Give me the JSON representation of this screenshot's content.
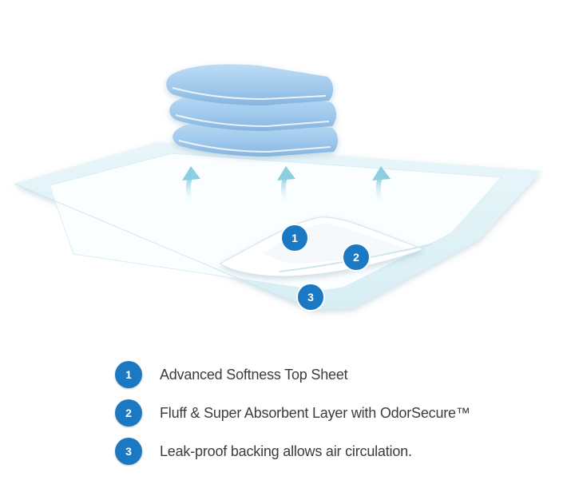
{
  "callouts": [
    {
      "number": "1",
      "label": "Advanced Softness Top Sheet"
    },
    {
      "number": "2",
      "label": "Fluff & Super Absorbent Layer with OdorSecure™"
    },
    {
      "number": "3",
      "label": "Leak-proof backing allows air circulation."
    }
  ],
  "colors": {
    "badge": "#1b79c4",
    "pad_border": "#e4f3f7",
    "pad_top": "#f7fcfd",
    "folded_pad": "#a6cdef",
    "arrow": "#9fd3e2",
    "text": "#3c3c3c"
  },
  "icons": {
    "airflow": "upward-curved-arrow-icon"
  }
}
